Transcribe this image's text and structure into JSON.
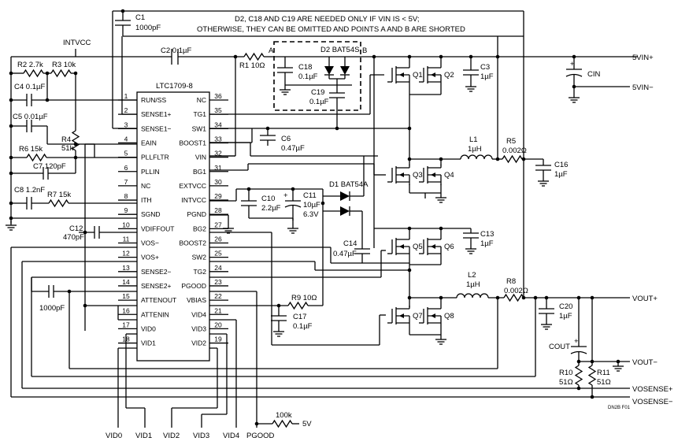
{
  "note": {
    "line1": "D2, C18 AND C19 ARE NEEDED ONLY IF VIN IS < 5V;",
    "line2": "OTHERWISE, THEY CAN BE OMITTED AND POINTS A AND B ARE SHORTED"
  },
  "ic": {
    "name": "LTC1709-8",
    "left_pins": [
      {
        "num": "1",
        "label": "RUN/SS"
      },
      {
        "num": "2",
        "label": "SENSE1+"
      },
      {
        "num": "3",
        "label": "SENSE1−"
      },
      {
        "num": "4",
        "label": "EAIN"
      },
      {
        "num": "5",
        "label": "PLLFLTR"
      },
      {
        "num": "6",
        "label": "PLLIN"
      },
      {
        "num": "7",
        "label": "NC"
      },
      {
        "num": "8",
        "label": "ITH"
      },
      {
        "num": "9",
        "label": "SGND"
      },
      {
        "num": "10",
        "label": "VDIFFOUT"
      },
      {
        "num": "11",
        "label": "VOS−"
      },
      {
        "num": "12",
        "label": "VOS+"
      },
      {
        "num": "13",
        "label": "SENSE2−"
      },
      {
        "num": "14",
        "label": "SENSE2+"
      },
      {
        "num": "15",
        "label": "ATTENOUT"
      },
      {
        "num": "16",
        "label": "ATTENIN"
      },
      {
        "num": "17",
        "label": "VID0"
      },
      {
        "num": "18",
        "label": "VID1"
      }
    ],
    "right_pins": [
      {
        "num": "36",
        "label": "NC"
      },
      {
        "num": "35",
        "label": "TG1"
      },
      {
        "num": "34",
        "label": "SW1"
      },
      {
        "num": "33",
        "label": "BOOST1"
      },
      {
        "num": "32",
        "label": "VIN"
      },
      {
        "num": "31",
        "label": "BG1"
      },
      {
        "num": "30",
        "label": "EXTVCC"
      },
      {
        "num": "29",
        "label": "INTVCC"
      },
      {
        "num": "28",
        "label": "PGND"
      },
      {
        "num": "27",
        "label": "BG2"
      },
      {
        "num": "26",
        "label": "BOOST2"
      },
      {
        "num": "25",
        "label": "SW2"
      },
      {
        "num": "24",
        "label": "TG2"
      },
      {
        "num": "23",
        "label": "PGOOD"
      },
      {
        "num": "22",
        "label": "VBIAS"
      },
      {
        "num": "21",
        "label": "VID4"
      },
      {
        "num": "20",
        "label": "VID3"
      },
      {
        "num": "19",
        "label": "VID2"
      }
    ]
  },
  "components": {
    "c1": [
      "C1",
      "1000pF"
    ],
    "c2": "C2 0.1µF",
    "r1": "R1 10Ω",
    "intvcc": "INTVCC",
    "r2": "R2 2.7k",
    "r3": "R3 10k",
    "c4": "C4 0.1µF",
    "c5": "C5 0.01µF",
    "r4": [
      "R4",
      "51k"
    ],
    "r6": "R6 15k",
    "c7": "C7 120pF",
    "c8": "C8 1.2nF",
    "r7": "R7 15k",
    "c12": [
      "C12",
      "470pF"
    ],
    "c_1000": "1000pF",
    "d2": "D2 BAT54S",
    "c18": [
      "C18",
      "0.1µF"
    ],
    "c19": [
      "C19",
      "0.1µF"
    ],
    "pt_a": "A",
    "pt_b": "B",
    "q1": "Q1",
    "q2": "Q2",
    "q3": "Q3",
    "q4": "Q4",
    "q5": "Q5",
    "q6": "Q6",
    "q7": "Q7",
    "q8": "Q8",
    "c3": [
      "C3",
      "1µF"
    ],
    "cin": "CIN",
    "c6": [
      "C6",
      "0.47µF"
    ],
    "l1": [
      "L1",
      "1µH"
    ],
    "r5": [
      "R5",
      "0.002Ω"
    ],
    "c16": [
      "C16",
      "1µF"
    ],
    "d1": "D1 BAT54A",
    "c10": [
      "C10",
      "2.2µF"
    ],
    "c11": [
      "C11",
      "10µF",
      "6.3V"
    ],
    "c13": [
      "C13",
      "1µF"
    ],
    "c14": [
      "C14",
      "0.47µF"
    ],
    "l2": [
      "L2",
      "1µH"
    ],
    "r8": [
      "R8",
      "0.002Ω"
    ],
    "r9": "R9 10Ω",
    "c17": [
      "C17",
      "0.1µF"
    ],
    "c20": [
      "C20",
      "1µF"
    ],
    "cout": "COUT",
    "r10": [
      "R10",
      "51Ω"
    ],
    "r11": [
      "R11",
      "51Ω"
    ],
    "r100k": "100k",
    "five_v": "5V",
    "plus": "+"
  },
  "nets": {
    "vin_plus": "5VIN+",
    "vin_minus": "5VIN−",
    "vout_plus": "VOUT+",
    "vout_minus": "VOUT−",
    "vosense_plus": "VOSENSE+",
    "vosense_minus": "VOSENSE−",
    "vid0": "VID0",
    "vid1": "VID1",
    "vid2": "VID2",
    "vid3": "VID3",
    "vid4": "VID4",
    "pgood": "PGOOD",
    "fig_id": "DN2B F01"
  }
}
